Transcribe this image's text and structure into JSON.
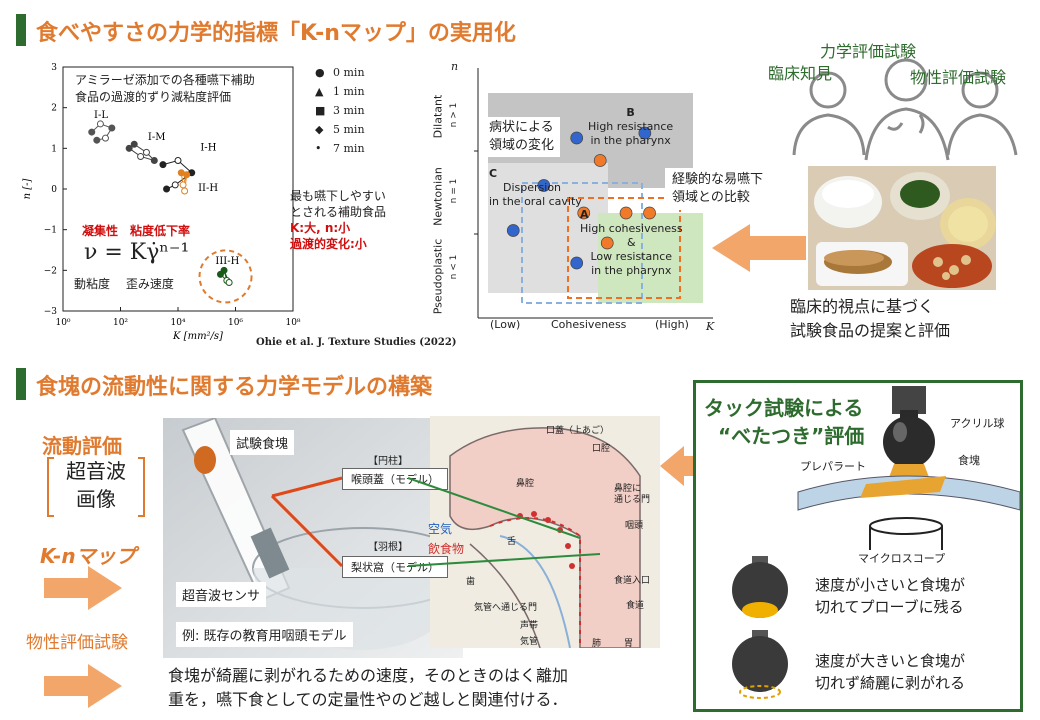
{
  "section1": {
    "title": "食べやすさの力学的指標「K-nマップ」の実用化"
  },
  "chart1": {
    "inset_title_line1": "アミラーゼ添加での各種嚥下補助",
    "inset_title_line2": "食品の過渡的ずり減粘度評価",
    "xlabel": "K [mm²/s]",
    "ylabel": "n [-]",
    "x_ticks": [
      "10⁰",
      "10²",
      "10⁴",
      "10⁶",
      "10⁸"
    ],
    "y_ticks": [
      "3",
      "2",
      "1",
      "0",
      "−1",
      "−2",
      "−3"
    ],
    "legend": [
      "0 min",
      "1 min",
      "3 min",
      "5 min",
      "7 min"
    ],
    "group_labels": {
      "IL": "I-L",
      "IM": "I-M",
      "IH": "I-H",
      "IIH": "II-H",
      "IIIH": "III-H"
    },
    "red_label": "凝集性　粘度低下率",
    "formula": "ν = Kγ̇ⁿ⁻¹",
    "formula_caption": "動粘度　 歪み速度",
    "note_line1": "最も嚥下しやすい",
    "note_line2": "とされる補助食品",
    "note_line3": "K:大, n:小",
    "note_line4": "過渡的変化:小",
    "citation": "Ohie et al. J. Texture Studies (2022)"
  },
  "chart_data": [
    {
      "type": "scatter",
      "xlabel": "K [mm²/s]",
      "ylabel": "n [-]",
      "xscale": "log",
      "xlim": [
        1,
        100000000
      ],
      "ylim": [
        -3,
        3
      ],
      "series": [
        {
          "name": "I-L",
          "points": [
            [
              10,
              1.4
            ],
            [
              20,
              1.6
            ],
            [
              50,
              1.5
            ],
            [
              30,
              1.25
            ],
            [
              15,
              1.2
            ]
          ]
        },
        {
          "name": "I-M",
          "points": [
            [
              200,
              1.0
            ],
            [
              500,
              0.8
            ],
            [
              1500,
              0.7
            ],
            [
              800,
              0.9
            ],
            [
              300,
              1.1
            ]
          ]
        },
        {
          "name": "I-H",
          "points": [
            [
              3000,
              0.6
            ],
            [
              10000,
              0.7
            ],
            [
              30000,
              0.4
            ],
            [
              8000,
              0.1
            ],
            [
              4000,
              0.0
            ]
          ]
        },
        {
          "name": "II-H",
          "points": [
            [
              13000,
              0.4
            ],
            [
              15000,
              0.1
            ],
            [
              20000,
              0.35
            ],
            [
              17000,
              -0.05
            ]
          ]
        },
        {
          "name": "III-H",
          "points": [
            [
              300000,
              -2.1
            ],
            [
              500000,
              -2.25
            ],
            [
              400000,
              -2.0
            ],
            [
              600000,
              -2.3
            ]
          ]
        }
      ]
    },
    {
      "type": "scatter",
      "xlabel": "Cohesiveness",
      "ylabel": "n",
      "series": [
        {
          "name": "blue",
          "points": [
            [
              0.42,
              0.72
            ],
            [
              0.71,
              0.74
            ],
            [
              0.28,
              0.53
            ],
            [
              0.42,
              0.22
            ],
            [
              0.15,
              0.35
            ]
          ]
        },
        {
          "name": "orange",
          "points": [
            [
              0.52,
              0.63
            ],
            [
              0.63,
              0.42
            ],
            [
              0.55,
              0.3
            ],
            [
              0.45,
              0.42
            ],
            [
              0.73,
              0.42
            ]
          ]
        }
      ]
    }
  ],
  "knmap": {
    "y_axis_letter": "n",
    "x_axis_letter": "K",
    "y_regions": [
      "Dilatant",
      "Newtonian",
      "Pseudoplastic"
    ],
    "y_region_ticks": [
      "n > 1",
      "n = 1",
      "n < 1"
    ],
    "x_ticks": [
      "(Low)",
      "Cohesiveness",
      "(High)"
    ],
    "region_b": "B",
    "region_b_text1": "High resistance",
    "region_b_text2": "in the pharynx",
    "region_c": "C",
    "region_c_text1": "Dispersion",
    "region_c_text2": "in the oral cavity",
    "region_a": "A",
    "region_a_text1": "High cohesiveness",
    "region_a_text2": "&",
    "region_a_text3": "Low resistance",
    "region_a_text4": "in the pharynx",
    "callout_disease1": "病状による",
    "callout_disease2": "領域の変化",
    "callout_exp1": "経験的な易嚥下",
    "callout_exp2": "領域との比較"
  },
  "team": {
    "label1": "力学評価試験",
    "label2": "臨床知見",
    "label3": "物性評価試験"
  },
  "clinical_caption1": "臨床的視点に基づく",
  "clinical_caption2": "試験食品の提案と評価",
  "section2": {
    "title": "食塊の流動性に関する力学モデルの構築"
  },
  "flow": {
    "label": "流動評価",
    "box_line1": "超音波",
    "box_line2": "画像",
    "knmap_label": "K-nマップ",
    "physprop_label": "物性評価試験"
  },
  "photo1": {
    "test_bolus": "試験食塊",
    "ultrasonic_sensor": "超音波センサ",
    "example": "例: 既存の教育用咽頭モデル"
  },
  "anatomy": {
    "cylinder_tag": "【円柱】",
    "cylinder_model": "喉頭蓋（モデル）",
    "feather_tag": "【羽根】",
    "feather_model": "梨状窩（モデル）",
    "palate": "口蓋（上あご）",
    "oral": "口腔",
    "nasal": "鼻腔",
    "nasal_conn1": "鼻腔に",
    "nasal_conn2": "通じる門",
    "pharynx": "咽頭",
    "tongue": "舌",
    "tooth": "歯",
    "esophagus_entry": "食道入口",
    "esophagus": "食道",
    "airway": "気管へ通じる門",
    "vocal": "声帯",
    "trachea": "気管",
    "lung": "肺",
    "stomach": "胃",
    "air": "空気",
    "food": "飲食物"
  },
  "bottom_text_line1": "食塊が綺麗に剥がれるための速度，そのときのはく離加",
  "bottom_text_line2": "重を，嚥下食としての定量性やのど越しと関連付ける．",
  "tack": {
    "title1": "タック試験による",
    "title2": "“べたつき”評価",
    "acrylic": "アクリル球",
    "prep": "プレパラート",
    "bolus": "食塊",
    "microscope": "マイクロスコープ",
    "slow1": "速度が小さいと食塊が",
    "slow2": "切れてプローブに残る",
    "fast1": "速度が大きいと食塊が",
    "fast2": "切れず綺麗に剥がれる"
  }
}
